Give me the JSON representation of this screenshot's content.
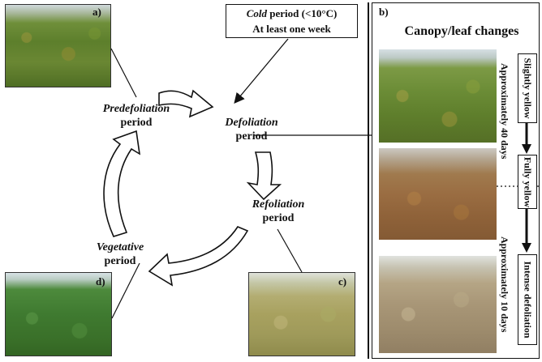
{
  "panel_labels": {
    "a": "a)",
    "b": "b)",
    "c": "c)",
    "d": "d)"
  },
  "cold_box": {
    "line1_italic": "Cold",
    "line1_rest": " period (<10°C)",
    "line2": "At least one week"
  },
  "stages": {
    "predefoliation": {
      "italic": "Predefoliation",
      "rest": "period"
    },
    "defoliation": {
      "italic": "Defoliation",
      "rest": "period"
    },
    "refoliation": {
      "italic": "Refoliation",
      "rest": "period"
    },
    "vegetative": {
      "italic": "Vegetative",
      "rest": "period"
    }
  },
  "right_panel": {
    "title": "Canopy/leaf changes",
    "step1": "Slightly yellow",
    "step2": "Fully yellow",
    "step3": "Intense defoliation",
    "duration1": "Approximately 40 days",
    "duration2": "Approximately 10 days"
  },
  "colors": {
    "text": "#111111",
    "background": "#ffffff"
  }
}
